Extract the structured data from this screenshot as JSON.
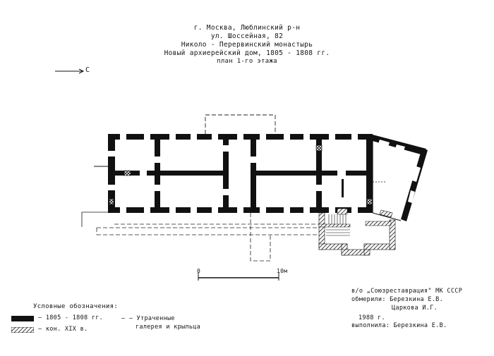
{
  "title_block": {
    "line1": "г. Москва, Люблинский р-н",
    "line2": "ул. Шоссейная, 82",
    "line3": "Николо - Перервинский монастырь",
    "line4": "Новый архиерейский дом, 1805 - 1808 гг.",
    "line5": "план 1-го этажа"
  },
  "north_arrow": {
    "label": "С"
  },
  "scale_bar": {
    "start_label": "0",
    "end_label": "10м"
  },
  "legend": {
    "heading": "Условные обозначения:",
    "items": [
      {
        "label": "— 1805 - 1808 гг.",
        "pattern": "solid"
      },
      {
        "label": "— кон. XIX в.",
        "pattern": "hatched"
      },
      {
        "label": "— — Утраченные галерея и крыльца",
        "pattern": "dashed"
      }
    ],
    "dashed_line1": "— — Утраченные",
    "dashed_line2": "галерея и крыльца"
  },
  "credits": {
    "org": "в/о „Союзреставрация\" МК СССР",
    "measured_label": "обмерили: Березкина Е.В.",
    "measured_second": "Царкова И.Г.",
    "year": "1988 г.",
    "executed_label": "выполнила: Березкина Е.В."
  },
  "colors": {
    "ink": "#111111",
    "paper": "#ffffff"
  }
}
